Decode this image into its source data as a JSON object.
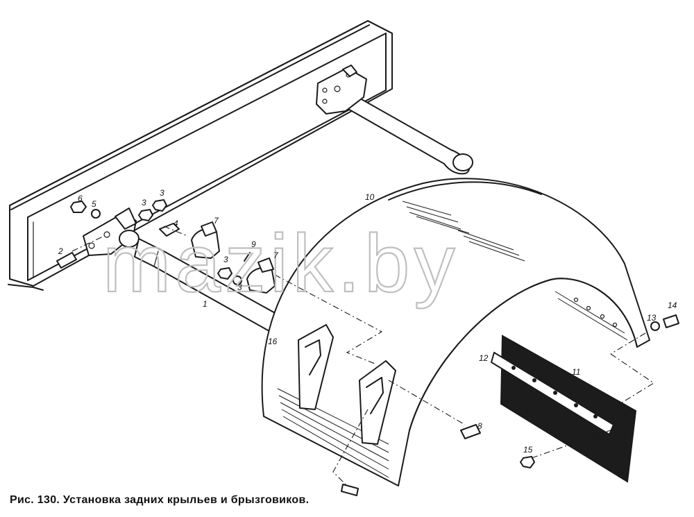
{
  "figure": {
    "caption": "Рис. 130. Установка задних крыльев и брызговиков.",
    "watermark": "mazik.by",
    "callouts": [
      {
        "id": "callout-1",
        "text": "1"
      },
      {
        "id": "callout-2",
        "text": "2"
      },
      {
        "id": "callout-3a",
        "text": "3"
      },
      {
        "id": "callout-3b",
        "text": "3"
      },
      {
        "id": "callout-3c",
        "text": "3"
      },
      {
        "id": "callout-3d",
        "text": "3"
      },
      {
        "id": "callout-4",
        "text": "4"
      },
      {
        "id": "callout-5",
        "text": "5"
      },
      {
        "id": "callout-6",
        "text": "6"
      },
      {
        "id": "callout-7a",
        "text": "7"
      },
      {
        "id": "callout-7b",
        "text": "7"
      },
      {
        "id": "callout-8",
        "text": "8"
      },
      {
        "id": "callout-9",
        "text": "9"
      },
      {
        "id": "callout-10",
        "text": "10"
      },
      {
        "id": "callout-11",
        "text": "11"
      },
      {
        "id": "callout-12",
        "text": "12"
      },
      {
        "id": "callout-13",
        "text": "13"
      },
      {
        "id": "callout-14",
        "text": "14"
      },
      {
        "id": "callout-15",
        "text": "15"
      },
      {
        "id": "callout-16",
        "text": "16"
      }
    ]
  }
}
